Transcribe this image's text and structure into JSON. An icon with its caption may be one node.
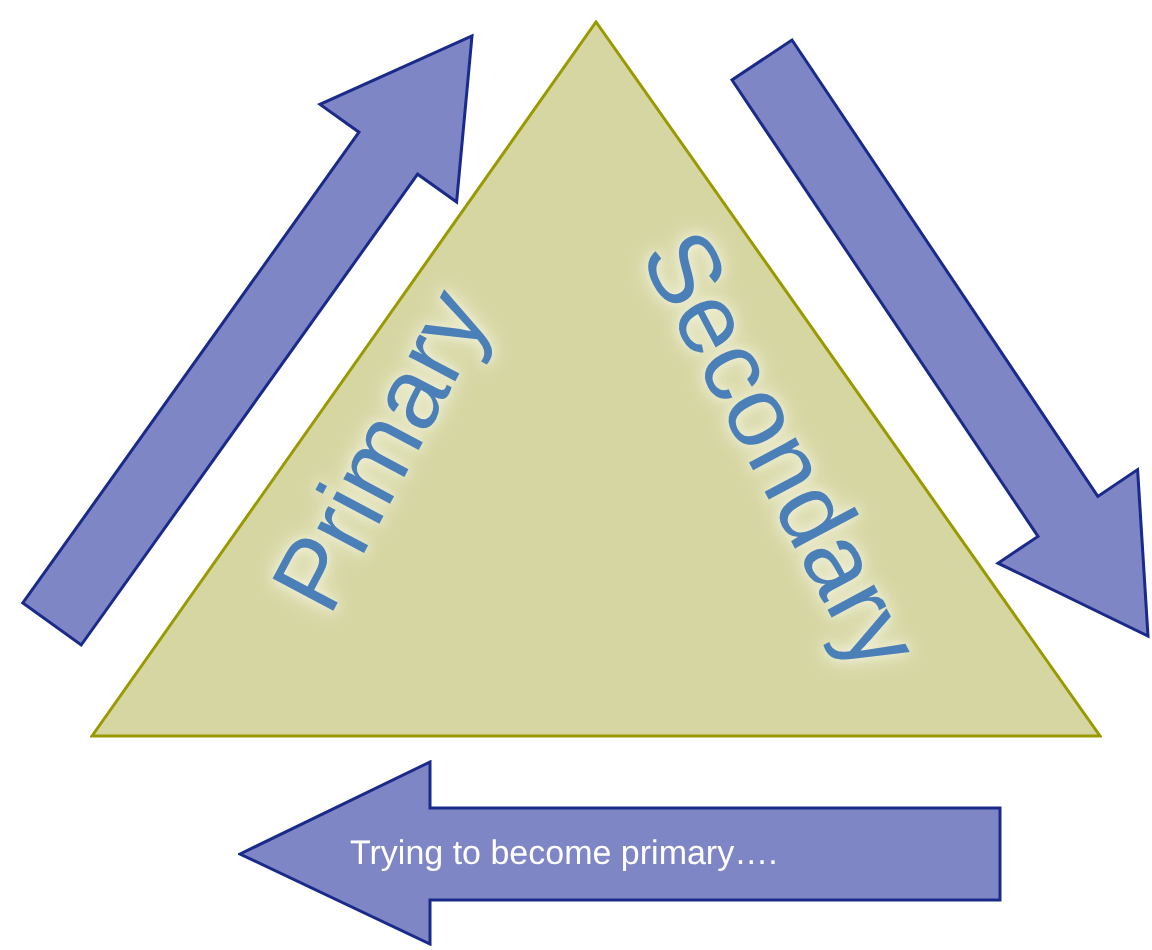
{
  "diagram": {
    "nodes": [
      {
        "text": [
          "Primary",
          "Secondary"
        ]
      },
      {
        "text": [
          "Trying to become primary…."
        ]
      }
    ]
  }
}
